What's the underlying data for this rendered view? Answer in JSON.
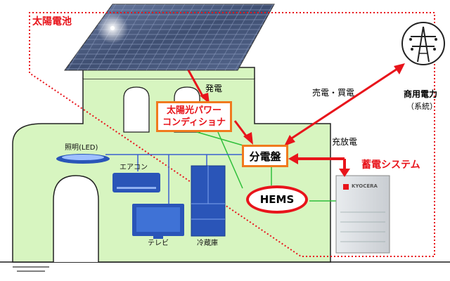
{
  "labels": {
    "solar_panel": "太陽電池",
    "generation": "発電",
    "power_conditioner_line1": "太陽光パワー",
    "power_conditioner_line2": "コンディショナ",
    "distribution_board": "分電盤",
    "hems": "HEMS",
    "sell_buy": "売電・買電",
    "charge_discharge": "充放電",
    "storage_system": "蓄電システム",
    "grid_line1": "商用電力",
    "grid_line2": "（系統）",
    "lighting": "照明(LED)",
    "aircon": "エアコン",
    "tv": "テレビ",
    "fridge": "冷蔵庫",
    "battery_brand": "KYOCERA"
  },
  "colors": {
    "accent_red": "#e8141b",
    "power_conditioner_border": "#f07a1e",
    "house_fill": "#d7f5c0",
    "roof_fill": "#4e5f82",
    "appliance_blue": "#2a55b8",
    "wire_green": "#2fbf3a",
    "wire_blue": "#3a5fd0"
  },
  "icons": [
    "power-pylon-icon",
    "solar-panel-icon",
    "ceiling-light-icon",
    "air-conditioner-icon",
    "television-icon",
    "refrigerator-icon",
    "storage-battery-icon"
  ]
}
